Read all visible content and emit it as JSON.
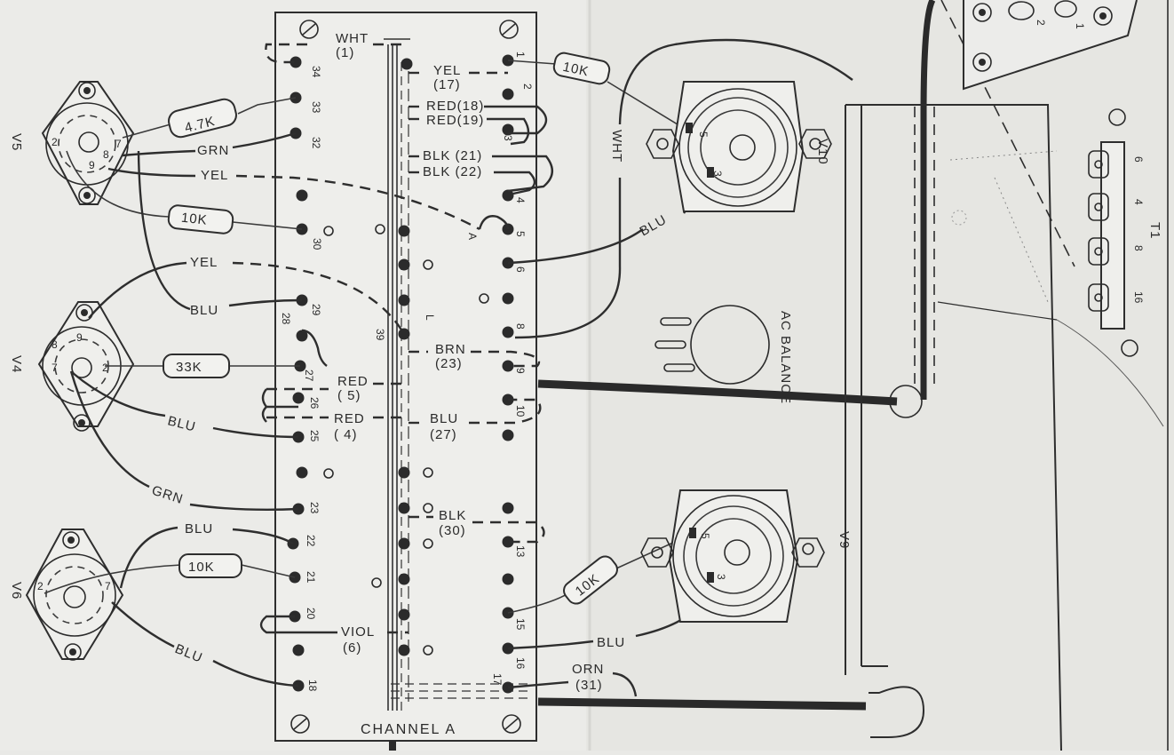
{
  "board": {
    "title": "CHANNEL A",
    "left_terminals": [
      "34",
      "33",
      "32",
      "30",
      "29",
      "28",
      "27",
      "26",
      "25",
      "23",
      "22",
      "21",
      "20",
      "18"
    ],
    "right_terminals": [
      "1",
      "2",
      "3",
      "4",
      "5",
      "6",
      "8",
      "9",
      "10",
      "13",
      "15",
      "16",
      "17"
    ],
    "center_terminal": "39",
    "jumper_labels": [
      "A",
      "L"
    ]
  },
  "tubes": {
    "v5": {
      "name": "V5",
      "pins": [
        "7",
        "8",
        "9",
        "2"
      ]
    },
    "v4": {
      "name": "V4",
      "pins": [
        "9",
        "8",
        "7",
        "2"
      ]
    },
    "v6": {
      "name": "V6",
      "pins": [
        "2",
        "7"
      ]
    },
    "v10": {
      "name": "V10",
      "pins": [
        "5",
        "3"
      ]
    },
    "v9": {
      "name": "V9",
      "pins": [
        "5",
        "3"
      ]
    }
  },
  "components": {
    "r_4k7": "4.7K",
    "r_10k_v5": "10K",
    "r_33k": "33K",
    "r_10k_v6": "10K",
    "r_10k_top": "10K",
    "r_10k_v9": "10K",
    "ac_balance": "AC BALANCE"
  },
  "wires": {
    "wht_1": "WHT",
    "wht_1_num": "(1)",
    "grn_v5": "GRN",
    "yel_v5": "YEL",
    "yel_17": "YEL",
    "yel_17_num": "(17)",
    "red_18": "RED(18)",
    "red_19": "RED(19)",
    "blk_21": "BLK (21)",
    "blk_22": "BLK (22)",
    "wht_v10": "WHT",
    "blu_v10": "BLU",
    "yel_v4": "YEL",
    "blu_v4_top": "BLU",
    "brn": "BRN",
    "brn_num": "(23)",
    "red_5": "RED",
    "red_5_num": "( 5)",
    "red_4": "RED",
    "red_4_num": "( 4)",
    "blu_27": "BLU",
    "blu_27_num": "(27)",
    "blu_v4_25": "BLU",
    "grn_v4": "GRN",
    "blu_v6_22": "BLU",
    "blk_30": "BLK",
    "blk_30_num": "(30)",
    "viol": "VIOL",
    "viol_num": "(6)",
    "blu_v6_18": "BLU",
    "blu_v9": "BLU",
    "orn": "ORN",
    "orn_num": "(31)"
  },
  "transformer": {
    "name": "T1",
    "taps": [
      "6",
      "4",
      "8",
      "16"
    ]
  },
  "top_switch_labels": [
    "2",
    "1"
  ]
}
